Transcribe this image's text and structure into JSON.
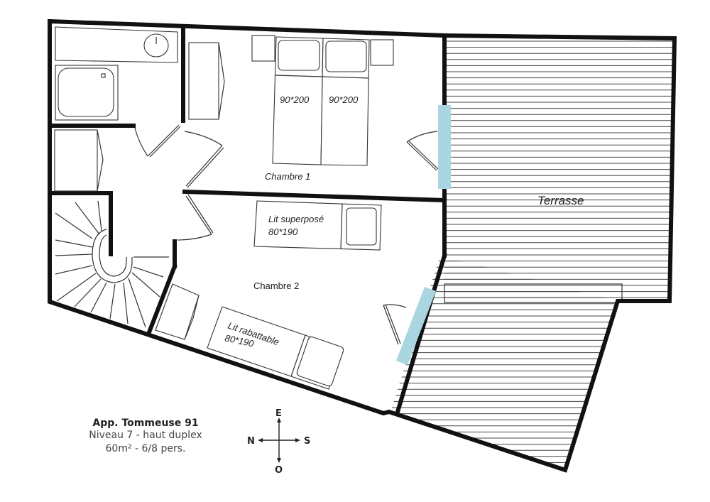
{
  "plan": {
    "rooms": {
      "chambre1": {
        "label": "Chambre 1",
        "beds": [
          "90*200",
          "90*200"
        ]
      },
      "chambre2": {
        "label": "Chambre 2",
        "bunk_label": "Lit superposé",
        "bunk_size": "80*190",
        "fold_label": "Lit rabattable",
        "fold_size": "80*190"
      },
      "terrasse": {
        "label": "Terrasse"
      }
    },
    "colors": {
      "wall": "#111111",
      "window": "#a9d6e0",
      "background": "#ffffff"
    }
  },
  "info": {
    "title": "App.  Tommeuse 91",
    "line1": "Niveau 7 - haut duplex",
    "line2": "60m² - 6/8 pers."
  },
  "compass": {
    "north": "N",
    "south": "S",
    "east": "E",
    "west": "O"
  }
}
